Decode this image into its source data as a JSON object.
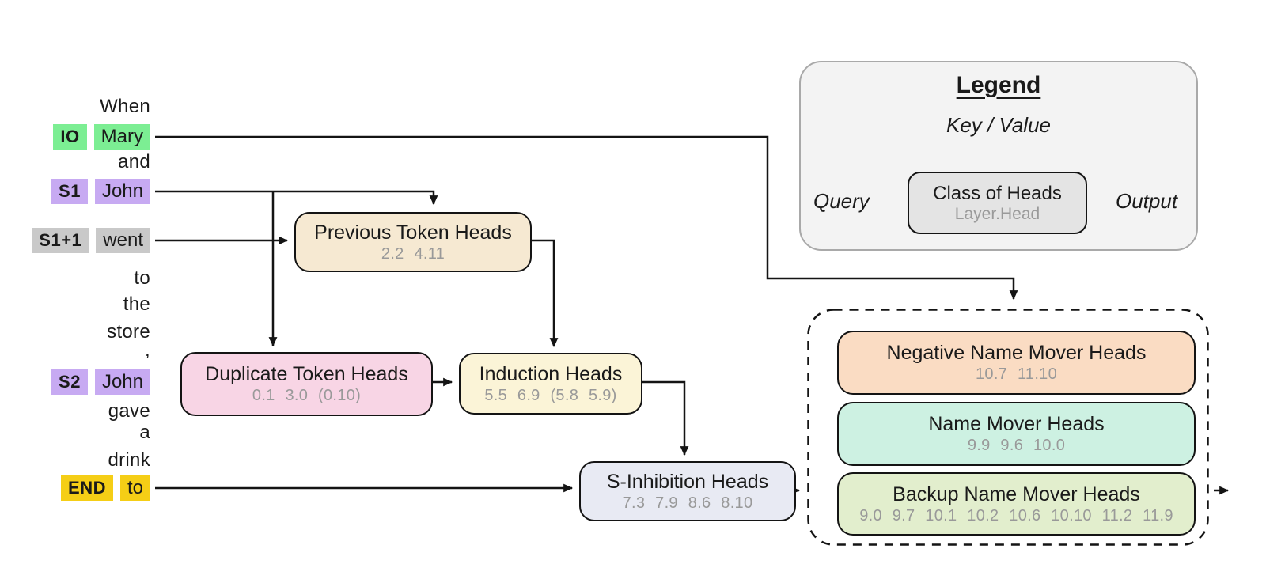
{
  "figure": {
    "description_title": "IOI circuit diagram",
    "sentence_tokens": "When Mary and John went to the store , John gave a drink to"
  },
  "tokens": [
    {
      "word": "When"
    },
    {
      "label": "IO",
      "word": "Mary",
      "highlight": "green"
    },
    {
      "word": "and"
    },
    {
      "label": "S1",
      "word": "John",
      "highlight": "purple"
    },
    {
      "label": "S1+1",
      "word": "went",
      "highlight": "gray"
    },
    {
      "word": "to"
    },
    {
      "word": "the"
    },
    {
      "word": "store"
    },
    {
      "word": ","
    },
    {
      "label": "S2",
      "word": "John",
      "highlight": "purple"
    },
    {
      "word": "gave"
    },
    {
      "word": "a"
    },
    {
      "word": "drink"
    },
    {
      "label": "END",
      "word": "to",
      "highlight": "yellow"
    }
  ],
  "head_boxes": {
    "previous_token": {
      "title": "Previous Token Heads",
      "heads": "2.2 4.11"
    },
    "duplicate_token": {
      "title": "Duplicate Token Heads",
      "heads": "0.1 3.0 (0.10)"
    },
    "induction": {
      "title": "Induction Heads",
      "heads": "5.5 6.9 (5.8 5.9)"
    },
    "s_inhibition": {
      "title": "S-Inhibition Heads",
      "heads": "7.3 7.9 8.6 8.10"
    }
  },
  "name_mover_group": {
    "boxes": [
      {
        "title": "Negative Name Mover Heads",
        "heads": "10.7 11.10"
      },
      {
        "title": "Name Mover Heads",
        "heads": "9.9 9.6 10.0"
      },
      {
        "title": "Backup Name Mover Heads",
        "heads": "9.0 9.7 10.1 10.2 10.6 10.10 11.2 11.9"
      }
    ]
  },
  "legend": {
    "title": "Legend",
    "key_value_label": "Key / Value",
    "query_label": "Query",
    "output_label": "Output",
    "class_box": {
      "title": "Class of Heads",
      "subtitle": "Layer.Head"
    }
  },
  "colors": {
    "token_green": "#7cee93",
    "token_purple": "#c7aaf2",
    "token_gray": "#c9c9c9",
    "token_yellow": "#f5ce16",
    "previous_token_fill": "#f6e9d2",
    "duplicate_token_fill": "#f8d5e5",
    "induction_fill": "#fbf4d7",
    "s_inhibition_fill": "#e8eaf3",
    "negative_name_mover_fill": "#fadcc3",
    "name_mover_fill": "#cdf1e2",
    "backup_name_mover_fill": "#e2eecd",
    "legend_panel_fill": "#f3f3f3",
    "class_box_fill": "#e4e4e4",
    "line_color": "#141414",
    "heads_text_color": "#999999"
  }
}
